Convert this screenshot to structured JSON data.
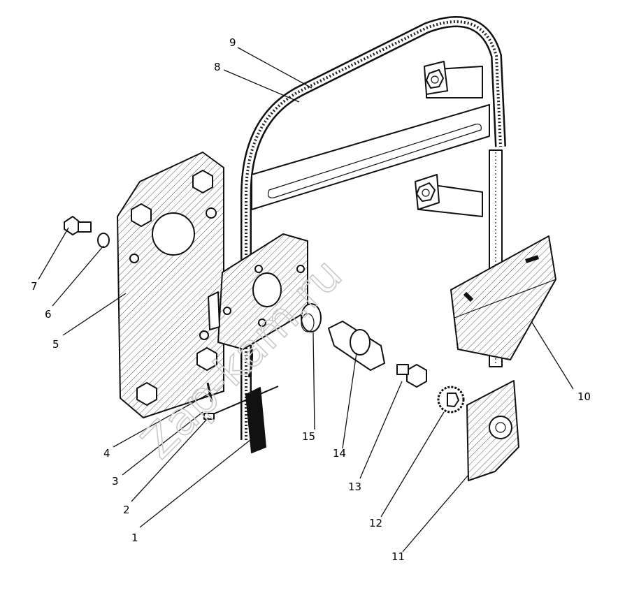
{
  "watermark": "Zap-kam.ru",
  "callouts": [
    "1",
    "2",
    "3",
    "4",
    "5",
    "6",
    "7",
    "8",
    "9",
    "10",
    "11",
    "12",
    "13",
    "14",
    "15"
  ]
}
